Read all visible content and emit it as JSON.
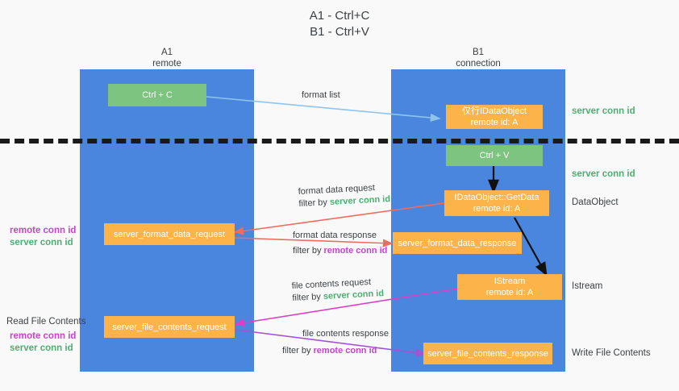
{
  "title": {
    "line1": "A1 - Ctrl+C",
    "line2": "B1 - Ctrl+V"
  },
  "columns": {
    "left": {
      "name": "A1",
      "role": "remote"
    },
    "right": {
      "name": "B1",
      "role": "connection"
    }
  },
  "nodes": {
    "ctrl_c": {
      "label": "Ctrl + C"
    },
    "ctrl_v": {
      "label": "Ctrl + V"
    },
    "idataobject_remote": {
      "line1": "仅行IDataObject",
      "line2": "remote id: A"
    },
    "getdata": {
      "line1": "IDataObject::GetData",
      "line2": "remote id: A"
    },
    "istream": {
      "line1": "IStream",
      "line2": "remote id: A"
    },
    "server_format_data_request": {
      "label": "server_format_data_request"
    },
    "server_format_data_response": {
      "label": "server_format_data_response"
    },
    "server_file_contents_request": {
      "label": "server_file_contents_request"
    },
    "server_file_contents_response": {
      "label": "server_file_contents_response"
    }
  },
  "edge_labels": {
    "format_list": "format list",
    "format_data_request": "format data request",
    "format_data_request_filter_prefix": "filter by ",
    "format_data_request_filter_value": "server conn id",
    "format_data_response": "format data response",
    "format_data_response_filter_prefix": "filter by ",
    "format_data_response_filter_value": "remote conn id",
    "file_contents_request": "file contents request",
    "file_contents_request_filter_prefix": "filter by ",
    "file_contents_request_filter_value": "server conn id",
    "file_contents_response": "file contents response",
    "file_contents_response_filter_prefix": "filter by ",
    "file_contents_response_filter_value": "remote conn id"
  },
  "right_labels": {
    "server_conn_id_top": "server conn id",
    "server_conn_id_mid": "server conn id",
    "dataobject": "DataObject",
    "istream": "Istream",
    "write_file_contents": "Write File Contents"
  },
  "left_labels": {
    "remote_conn_id_1": "remote conn id",
    "server_conn_id_1": "server conn id",
    "read_file_contents": "Read File Contents",
    "remote_conn_id_2": "remote conn id",
    "server_conn_id_2": "server conn id"
  },
  "colors": {
    "column_blue": "#4a86dd",
    "node_green": "#7cc47f",
    "node_orange": "#fcb44a",
    "arrow_lightblue": "#a9d2f2",
    "arrow_red": "#ef6c5f",
    "arrow_magenta": "#d940c8",
    "arrow_purple": "#a353d4",
    "arrow_black": "#111111",
    "text_green": "#4caf72",
    "text_purple": "#c743d0",
    "background": "#f9f9f9"
  }
}
